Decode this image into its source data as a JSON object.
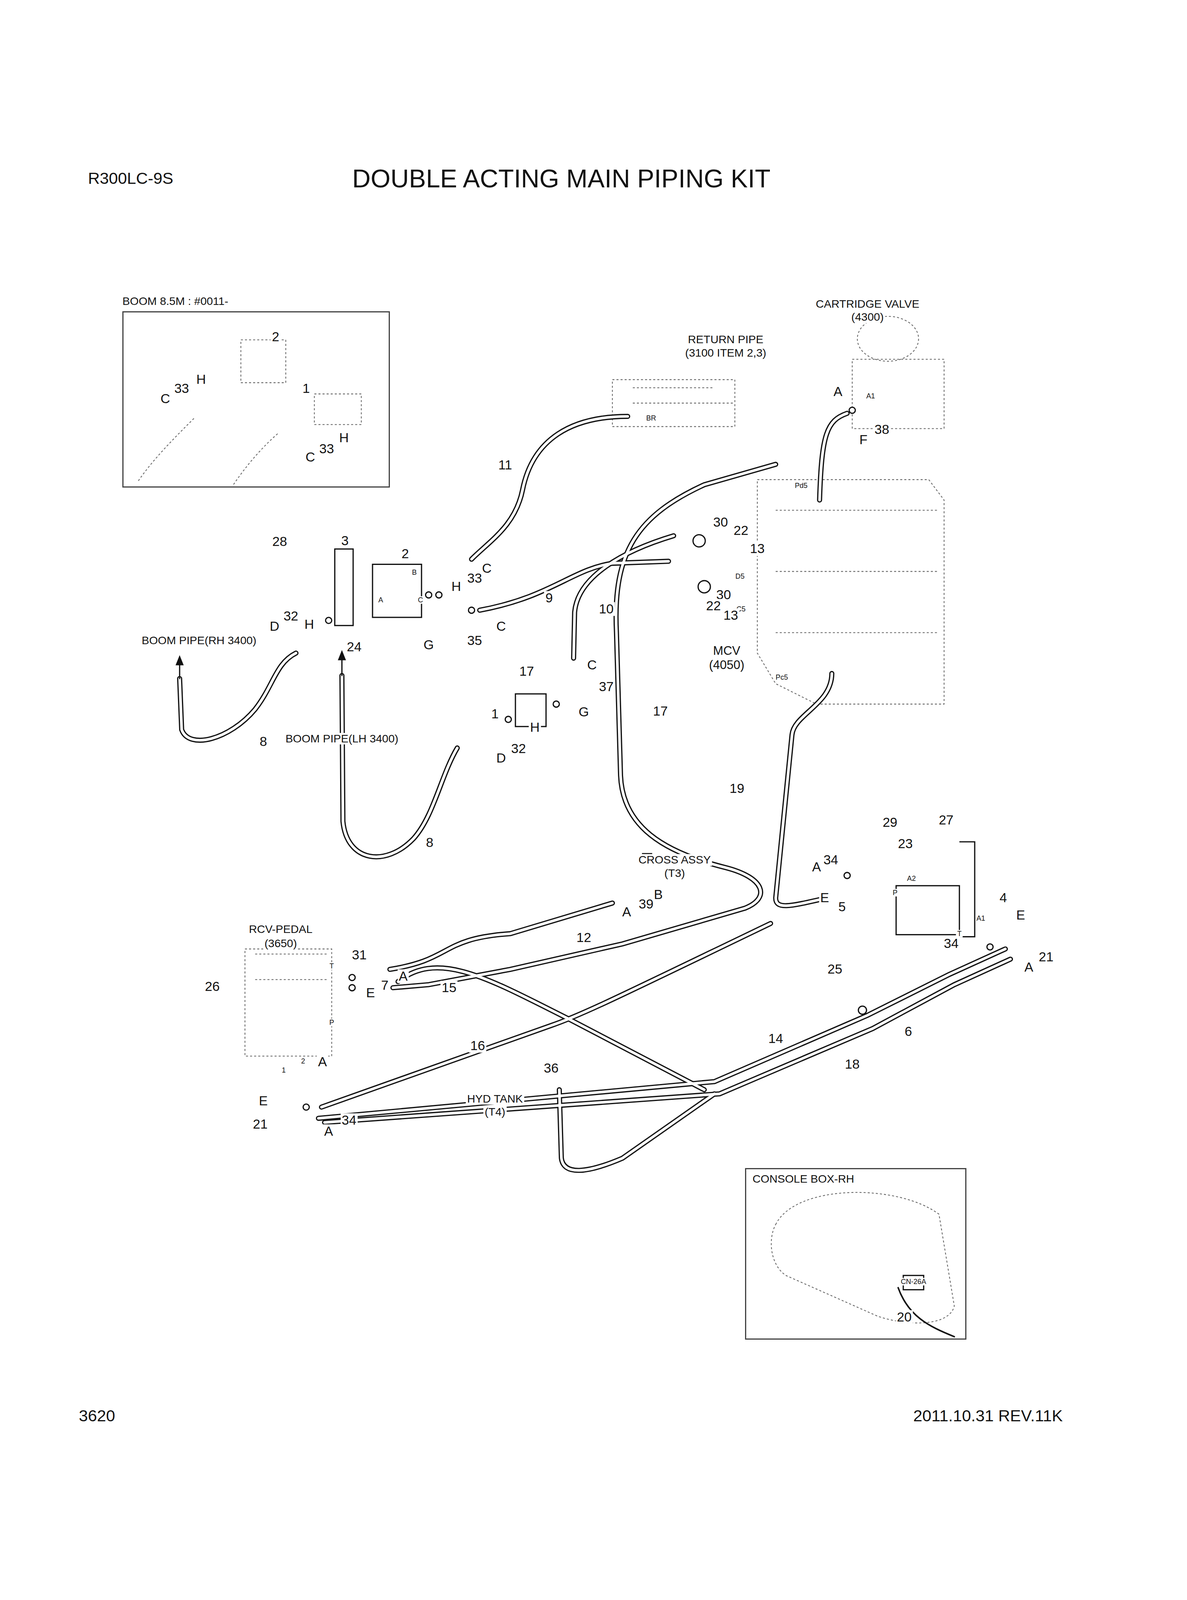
{
  "diagram": {
    "title": "DOUBLE ACTING MAIN PIPING KIT",
    "nodes": [
      {
        "text": [
          "BOOM 8.5M : #0011-"
        ]
      },
      {
        "text": [
          "CONSOLE BOX-RH"
        ]
      }
    ],
    "labels": [
      "R300LC-9S",
      "2",
      "H",
      "33",
      "C",
      "1",
      "H",
      "33",
      "C",
      "CARTRIDGE VALVE",
      "(4300)",
      "RETURN PIPE",
      "(3100 ITEM 2,3)",
      "A",
      "A1",
      "BR",
      "38",
      "F",
      "11",
      "Pd5",
      "30",
      "22",
      "3",
      "28",
      "13",
      "2",
      "C",
      "B",
      "D5",
      "33",
      "H",
      "30",
      "9",
      "A",
      "C",
      "22",
      "10",
      "C5",
      "13",
      "32",
      "H",
      "D",
      "C",
      "BOOM PIPE(RH 3400)",
      "35",
      "G",
      "24",
      "MCV",
      "(4050)",
      "C",
      "17",
      "Pc5",
      "37",
      "17",
      "G",
      "1",
      "H",
      "BOOM PIPE(LH 3400)",
      "8",
      "32",
      "D",
      "19",
      "27",
      "29",
      "8",
      "23",
      "34",
      "CROSS ASSY",
      "A",
      "(T3)",
      "A2",
      "P",
      "B",
      "E",
      "4",
      "39",
      "5",
      "A",
      "E",
      "A1",
      "RCV-PEDAL",
      "T",
      "12",
      "(3650)",
      "34",
      "31",
      "21",
      "T",
      "A",
      "25",
      "A",
      "7",
      "26",
      "15",
      "E",
      "P",
      "6",
      "14",
      "16",
      "2",
      "A",
      "18",
      "36",
      "1",
      "HYD TANK",
      "E",
      "(T4)",
      "34",
      "21",
      "A",
      "CN-26A",
      "20",
      "3620",
      "2011.10.31 REV.11K"
    ]
  }
}
